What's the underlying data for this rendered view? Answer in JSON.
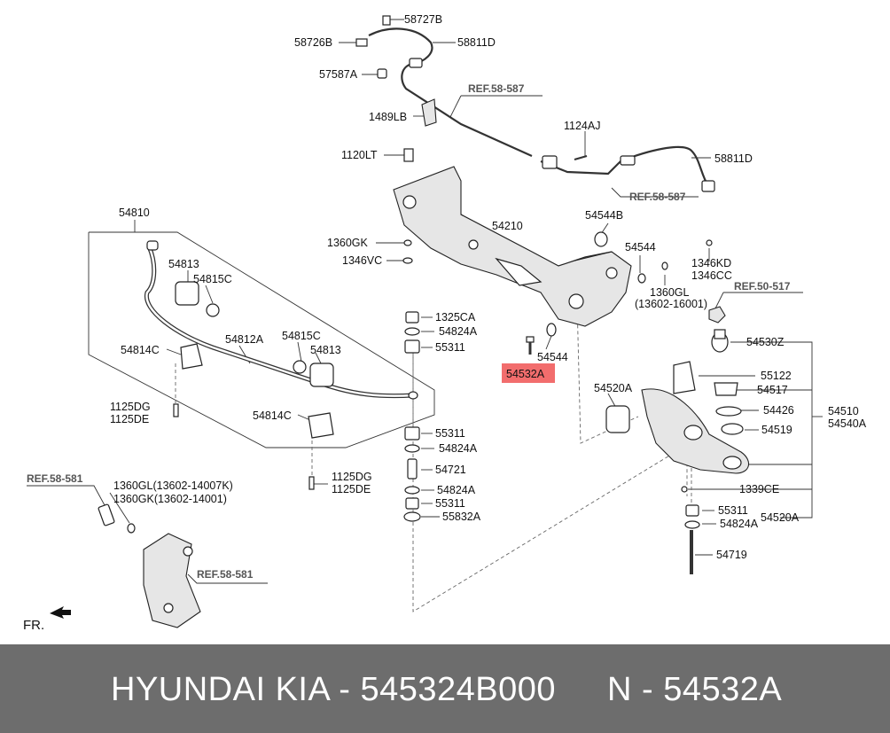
{
  "diagram": {
    "labels": {
      "p58727B": "58727B",
      "p58726B": "58726B",
      "p58811D_top": "58811D",
      "p57587A": "57587A",
      "ref58587_top": "REF.58-587",
      "p1489LB": "1489LB",
      "p1124AJ": "1124AJ",
      "p1120LT": "1120LT",
      "p58811D_right": "58811D",
      "ref58587_mid": "REF.58-587",
      "p54810": "54810",
      "p54210": "54210",
      "p54544B": "54544B",
      "p1360GK": "1360GK",
      "p54544_a": "54544",
      "p1346KD": "1346KD",
      "p1346VC": "1346VC",
      "p1346CC": "1346CC",
      "p54813_a": "54813",
      "p54815C_a": "54815C",
      "p1360GL": "1360GL",
      "p13602_16001": "(13602-16001)",
      "ref50517": "REF.50-517",
      "p1325CA": "1325CA",
      "p54824A_1": "54824A",
      "p54812A": "54812A",
      "p54815C_b": "54815C",
      "p54814C_a": "54814C",
      "p55311_1": "55311",
      "p54813_b": "54813",
      "p54530Z": "54530Z",
      "p54544_b": "54544",
      "p54532A_hl": "54532A",
      "p55122": "55122",
      "p54520A_a": "54520A",
      "p54517": "54517",
      "p1125DG_a": "1125DG",
      "p1125DE_a": "1125DE",
      "p54426": "54426",
      "p54510": "54510",
      "p54540A": "54540A",
      "p54814C_b": "54814C",
      "p54519": "54519",
      "p55311_2": "55311",
      "p54824A_2": "54824A",
      "p54721": "54721",
      "ref58581_a": "REF.58-581",
      "p1125DG_b": "1125DG",
      "p1125DE_b": "1125DE",
      "p1360GL_b": "1360GL(13602-14007K)",
      "p1360GK_b": "1360GK(13602-14001)",
      "p54824A_3": "54824A",
      "p1339CE": "1339CE",
      "p55311_3": "55311",
      "p55832A": "55832A",
      "p55311_4": "55311",
      "p54520A_b": "54520A",
      "p54824A_4": "54824A",
      "ref58581_b": "REF.58-581",
      "p54719": "54719",
      "fr": "FR."
    },
    "highlight_color": "#f26d6d"
  },
  "footer": {
    "left": "HYUNDAI  KIA - 545324B000",
    "right": "N - 54532A"
  }
}
